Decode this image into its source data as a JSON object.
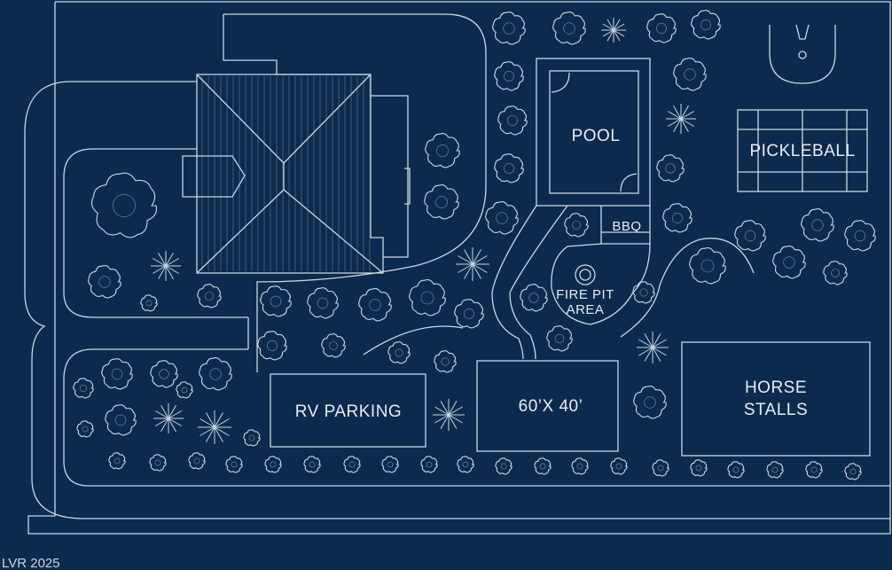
{
  "labels": {
    "pool": "POOL",
    "pickleball": "PICKLEBALL",
    "bbq": "BBQ",
    "fire_pit_line1": "FIRE PIT",
    "fire_pit_line2": "AREA",
    "rv_parking": "RV PARKING",
    "shop": "60’X 40’",
    "horse_line1": "HORSE",
    "horse_line2": "STALLS"
  },
  "watermark": "LVR 2025",
  "colors": {
    "background": "#0c2a4d",
    "line": "#c9d6e6",
    "text": "#e6edf6"
  },
  "icons": {
    "tree": "round-tree-icon",
    "palm": "palm-tree-icon",
    "shrub": "small-shrub-icon"
  }
}
